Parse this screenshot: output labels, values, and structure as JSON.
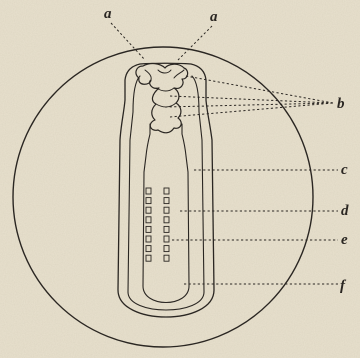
{
  "figure": {
    "labels": {
      "a_left": "a",
      "a_right": "a",
      "b": "b",
      "c": "c",
      "d": "d",
      "e": "e",
      "f": "f"
    },
    "colors": {
      "paper": "#e9e2cf",
      "ink": "#2a2622"
    },
    "somite_count": 8
  }
}
